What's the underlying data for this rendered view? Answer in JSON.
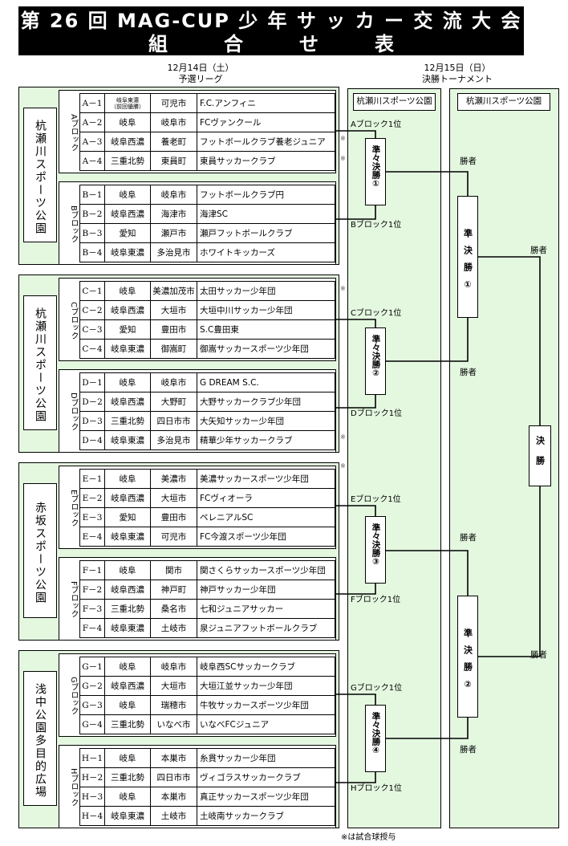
{
  "title": {
    "line1": "第 26 回  MAG-CUP 少 年 サ ッ カ ー 交 流 大 会",
    "line2": "組合せ表"
  },
  "day1": {
    "date": "12月14日（土）",
    "label": "予選リーグ"
  },
  "day2": {
    "date": "12月15日（日）",
    "label": "決勝トーナメント"
  },
  "venues": [
    {
      "name": "杭瀬川スポーツ公園"
    },
    {
      "name": "杭瀬川スポーツ公園"
    },
    {
      "name": "赤坂スポーツ公園"
    },
    {
      "name": "浅中公園多目的広場"
    }
  ],
  "blocks": [
    {
      "name": "Aブロック",
      "rows": [
        {
          "id": "A－1",
          "pref": "岐阜東濃",
          "pref_note": "（前回優勝）",
          "city": "可児市",
          "team": "F.C.アンフィニ"
        },
        {
          "id": "A－2",
          "pref": "岐阜",
          "city": "岐阜市",
          "team": "FCヴァンクール"
        },
        {
          "id": "A－3",
          "pref": "岐阜西濃",
          "city": "養老町",
          "team": "フットボールクラブ養老ジュニア"
        },
        {
          "id": "A－4",
          "pref": "三重北勢",
          "city": "東員町",
          "team": "東員サッカークラブ"
        }
      ]
    },
    {
      "name": "Bブロック",
      "rows": [
        {
          "id": "B－1",
          "pref": "岐阜",
          "city": "岐阜市",
          "team": "フットボールクラブ円"
        },
        {
          "id": "B－2",
          "pref": "岐阜西濃",
          "city": "海津市",
          "team": "海津SC"
        },
        {
          "id": "B－3",
          "pref": "愛知",
          "city": "瀬戸市",
          "team": "瀬戸フットボールクラブ"
        },
        {
          "id": "B－4",
          "pref": "岐阜東濃",
          "city": "多治見市",
          "team": "ホワイトキッカーズ"
        }
      ]
    },
    {
      "name": "Cブロック",
      "rows": [
        {
          "id": "C－1",
          "pref": "岐阜",
          "city": "美濃加茂市",
          "team": "太田サッカー少年団"
        },
        {
          "id": "C－2",
          "pref": "岐阜西濃",
          "city": "大垣市",
          "team": "大垣中川サッカー少年団"
        },
        {
          "id": "C－3",
          "pref": "愛知",
          "city": "豊田市",
          "team": "S.C豊田東"
        },
        {
          "id": "C－4",
          "pref": "岐阜東濃",
          "city": "御嵩町",
          "team": "御嵩サッカースポーツ少年団"
        }
      ]
    },
    {
      "name": "Dブロック",
      "rows": [
        {
          "id": "D－1",
          "pref": "岐阜",
          "city": "岐阜市",
          "team": "G DREAM S.C."
        },
        {
          "id": "D－2",
          "pref": "岐阜西濃",
          "city": "大野町",
          "team": "大野サッカークラブ少年団"
        },
        {
          "id": "D－3",
          "pref": "三重北勢",
          "city": "四日市市",
          "team": "大矢知サッカー少年団"
        },
        {
          "id": "D－4",
          "pref": "岐阜東濃",
          "city": "多治見市",
          "team": "精華少年サッカークラブ"
        }
      ]
    },
    {
      "name": "Eブロック",
      "rows": [
        {
          "id": "E－1",
          "pref": "岐阜",
          "city": "美濃市",
          "team": "美濃サッカースポーツ少年団"
        },
        {
          "id": "E－2",
          "pref": "岐阜西濃",
          "city": "大垣市",
          "team": "FCヴィオーラ"
        },
        {
          "id": "E－3",
          "pref": "愛知",
          "city": "豊田市",
          "team": "ペレニアルSC"
        },
        {
          "id": "E－4",
          "pref": "岐阜東濃",
          "city": "可児市",
          "team": "FC今渡スポーツ少年団"
        }
      ]
    },
    {
      "name": "Fブロック",
      "rows": [
        {
          "id": "F－1",
          "pref": "岐阜",
          "city": "関市",
          "team": "関さくらサッカースポーツ少年団"
        },
        {
          "id": "F－2",
          "pref": "岐阜西濃",
          "city": "神戸町",
          "team": "神戸サッカー少年団"
        },
        {
          "id": "F－3",
          "pref": "三重北勢",
          "city": "桑名市",
          "team": "七和ジュニアサッカー"
        },
        {
          "id": "F－4",
          "pref": "岐阜東濃",
          "city": "土岐市",
          "team": "泉ジュニアフットボールクラブ"
        }
      ]
    },
    {
      "name": "Gブロック",
      "rows": [
        {
          "id": "G－1",
          "pref": "岐阜",
          "city": "岐阜市",
          "team": "岐阜西SCサッカークラブ"
        },
        {
          "id": "G－2",
          "pref": "岐阜西濃",
          "city": "大垣市",
          "team": "大垣江並サッカー少年団"
        },
        {
          "id": "G－3",
          "pref": "岐阜",
          "city": "瑞穂市",
          "team": "牛牧サッカースポーツ少年団"
        },
        {
          "id": "G－4",
          "pref": "三重北勢",
          "city": "いなべ市",
          "team": "いなべFCジュニア"
        }
      ]
    },
    {
      "name": "Hブロック",
      "rows": [
        {
          "id": "H－1",
          "pref": "岐阜",
          "city": "本巣市",
          "team": "糸貫サッカー少年団"
        },
        {
          "id": "H－2",
          "pref": "三重北勢",
          "city": "四日市市",
          "team": "ヴィゴラスサッカークラブ"
        },
        {
          "id": "H－3",
          "pref": "岐阜",
          "city": "本巣市",
          "team": "真正サッカースポーツ少年団"
        },
        {
          "id": "H－4",
          "pref": "岐阜東濃",
          "city": "土岐市",
          "team": "土岐南サッカークラブ"
        }
      ]
    }
  ],
  "tournament": {
    "col1_header": "杭瀬川スポーツ公園",
    "col2_header": "杭瀬川スポーツ公園",
    "qf": [
      "準々決勝①",
      "準々決勝②",
      "準々決勝③",
      "準々決勝④"
    ],
    "sf": [
      "準決勝①",
      "準決勝②"
    ],
    "final": "決勝",
    "block_winners": [
      "Aブロック1位",
      "Bブロック1位",
      "Cブロック1位",
      "Dブロック1位",
      "Eブロック1位",
      "Fブロック1位",
      "Gブロック1位",
      "Hブロック1位"
    ],
    "winner_label": "勝者",
    "star_mark": "※"
  },
  "footnote": "※は試合球授与"
}
